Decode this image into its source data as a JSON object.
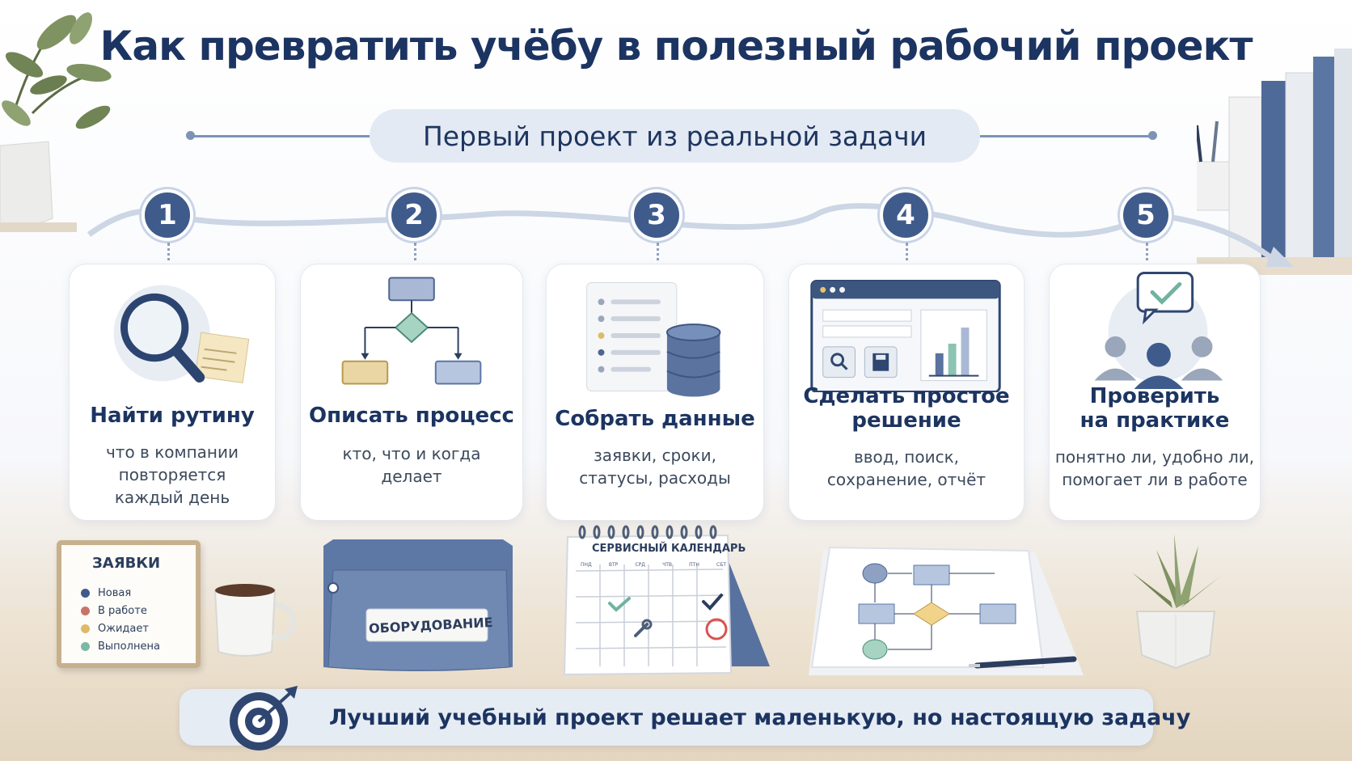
{
  "title": "Как превратить учёбу в полезный рабочий проект",
  "subtitle": "Первый проект из реальной задачи",
  "steps": [
    {
      "number": "1",
      "title": "Найти рутину",
      "desc": [
        "что в компании",
        "повторяется",
        "каждый день"
      ],
      "icon": "magnifier-note-icon"
    },
    {
      "number": "2",
      "title": "Описать процесс",
      "desc": [
        "кто, что и когда",
        "делает"
      ],
      "icon": "flowchart-icon"
    },
    {
      "number": "3",
      "title": "Собрать данные",
      "desc": [
        "заявки, сроки,",
        "статусы, расходы"
      ],
      "icon": "list-database-icon"
    },
    {
      "number": "4",
      "title": [
        "Сделать простое",
        "решение"
      ],
      "desc": [
        "ввод, поиск,",
        "сохранение, отчёт"
      ],
      "icon": "app-window-icon"
    },
    {
      "number": "5",
      "title": [
        "Проверить",
        "на практике"
      ],
      "desc": [
        "понятно ли, удобно ли,",
        "помогает ли в работе"
      ],
      "icon": "team-feedback-icon"
    }
  ],
  "desk": {
    "requests_card": {
      "title": "ЗАЯВКИ",
      "items": [
        {
          "label": "Новая",
          "color": "#3e5b8c"
        },
        {
          "label": "В работе",
          "color": "#c9746a"
        },
        {
          "label": "Ожидает",
          "color": "#e0b86a"
        },
        {
          "label": "Выполнена",
          "color": "#7cb8a6"
        }
      ]
    },
    "equipment_box_label": "ОБОРУДОВАНИЕ",
    "calendar": {
      "title": "СЕРВИСНЫЙ КАЛЕНДАРЬ",
      "weekdays": [
        "ПНД",
        "ВТР",
        "СРД",
        "ЧТВ",
        "ПТН",
        "СБТ"
      ]
    }
  },
  "banner": "Лучший учебный проект решает маленькую, но настоящую задачу",
  "colors": {
    "primary": "#3e5b8c",
    "accent_gold": "#e8d7a8",
    "accent_teal": "#8cc3b3"
  }
}
